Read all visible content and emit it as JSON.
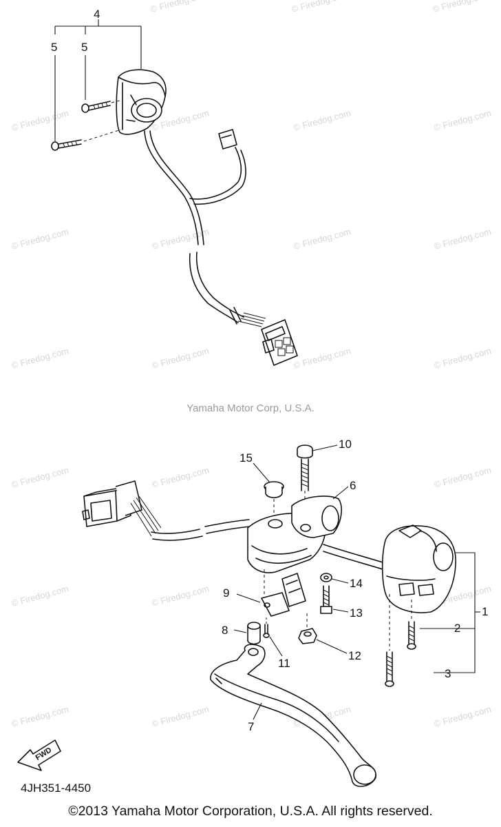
{
  "watermark_text": "© Firedog.com",
  "center_credit": "Yamaha Motor Corp, U.S.A.",
  "diagram_code": "4JH351-4450",
  "copyright": "©2013 Yamaha Motor Corporation, U.S.A. All rights reserved.",
  "fwd_label": "FWD",
  "callouts": {
    "c1": "1",
    "c2": "2",
    "c3": "3",
    "c4": "4",
    "c5a": "5",
    "c5b": "5",
    "c6": "6",
    "c7": "7",
    "c8": "8",
    "c9": "9",
    "c10": "10",
    "c11": "11",
    "c12": "12",
    "c13": "13",
    "c14": "14",
    "c15": "15"
  }
}
